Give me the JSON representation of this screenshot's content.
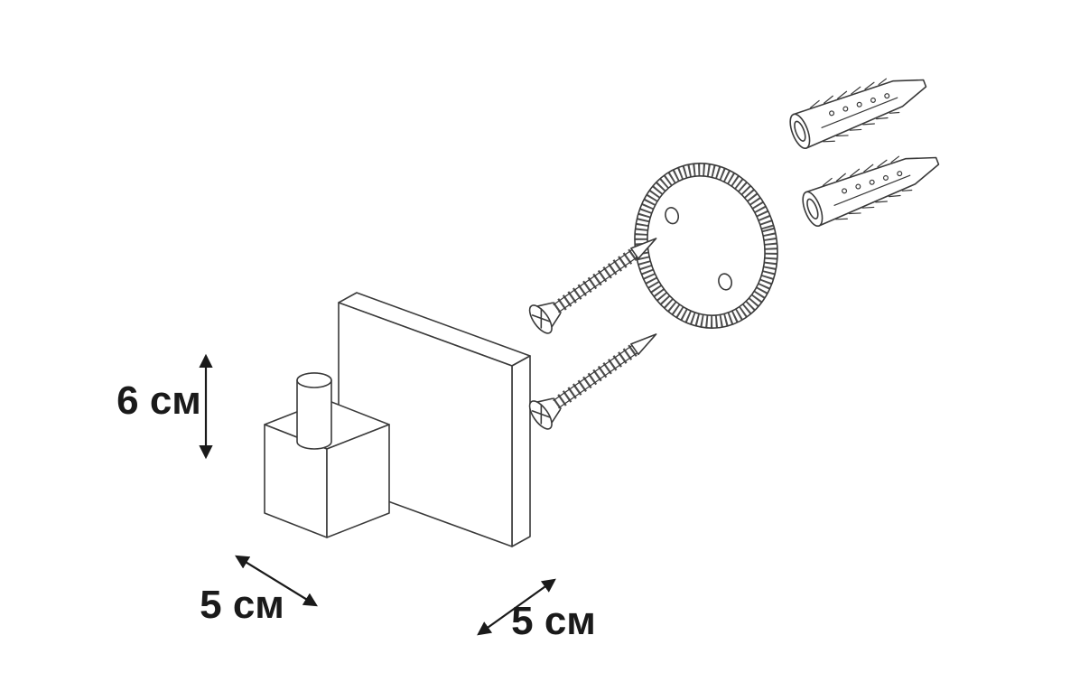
{
  "figure": {
    "background_color": "#ffffff",
    "line_color": "#3a3a3a",
    "detail_line_color": "#4d4d4d",
    "text_color": "#1a1a1a",
    "dimensions": {
      "height_label": "6 см",
      "depth_label": "5 см",
      "width_label": "5 см"
    },
    "parts": [
      {
        "name": "wall-hook-body",
        "count": 1
      },
      {
        "name": "hook-peg",
        "count": 1
      },
      {
        "name": "square-back-plate",
        "count": 1
      },
      {
        "name": "mounting-screw",
        "count": 2
      },
      {
        "name": "round-mounting-plate",
        "count": 1
      },
      {
        "name": "wall-anchor-dowel",
        "count": 2
      }
    ]
  }
}
